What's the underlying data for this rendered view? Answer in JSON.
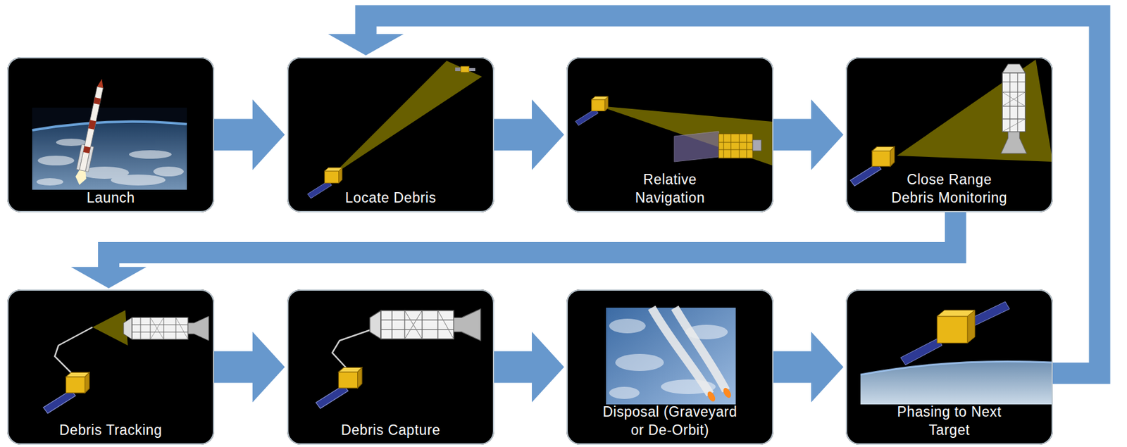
{
  "diagram": {
    "nodes": [
      {
        "text": [
          "Launch"
        ]
      },
      {
        "text": [
          "Locate Debris"
        ]
      },
      {
        "text": [
          "Relative Navigation"
        ]
      },
      {
        "text": [
          "Close Range Debris Monitoring"
        ]
      },
      {
        "text": [
          "Debris Tracking"
        ]
      },
      {
        "text": [
          "Debris Capture"
        ]
      },
      {
        "text": [
          "Disposal (Graveyard or De-Orbit)"
        ]
      },
      {
        "text": [
          "Phasing to Next Target"
        ]
      }
    ],
    "edges": [
      {
        "from": 0,
        "to": 1,
        "arrow": "to"
      },
      {
        "from": 1,
        "to": 2,
        "arrow": "to"
      },
      {
        "from": 2,
        "to": 3,
        "arrow": "to"
      },
      {
        "from": 3,
        "to": 4,
        "arrow": "to"
      },
      {
        "from": 4,
        "to": 5,
        "arrow": "to"
      },
      {
        "from": 5,
        "to": 6,
        "arrow": "to"
      },
      {
        "from": 6,
        "to": 7,
        "arrow": "to"
      },
      {
        "from": 7,
        "to": 1,
        "arrow": "to"
      }
    ]
  }
}
